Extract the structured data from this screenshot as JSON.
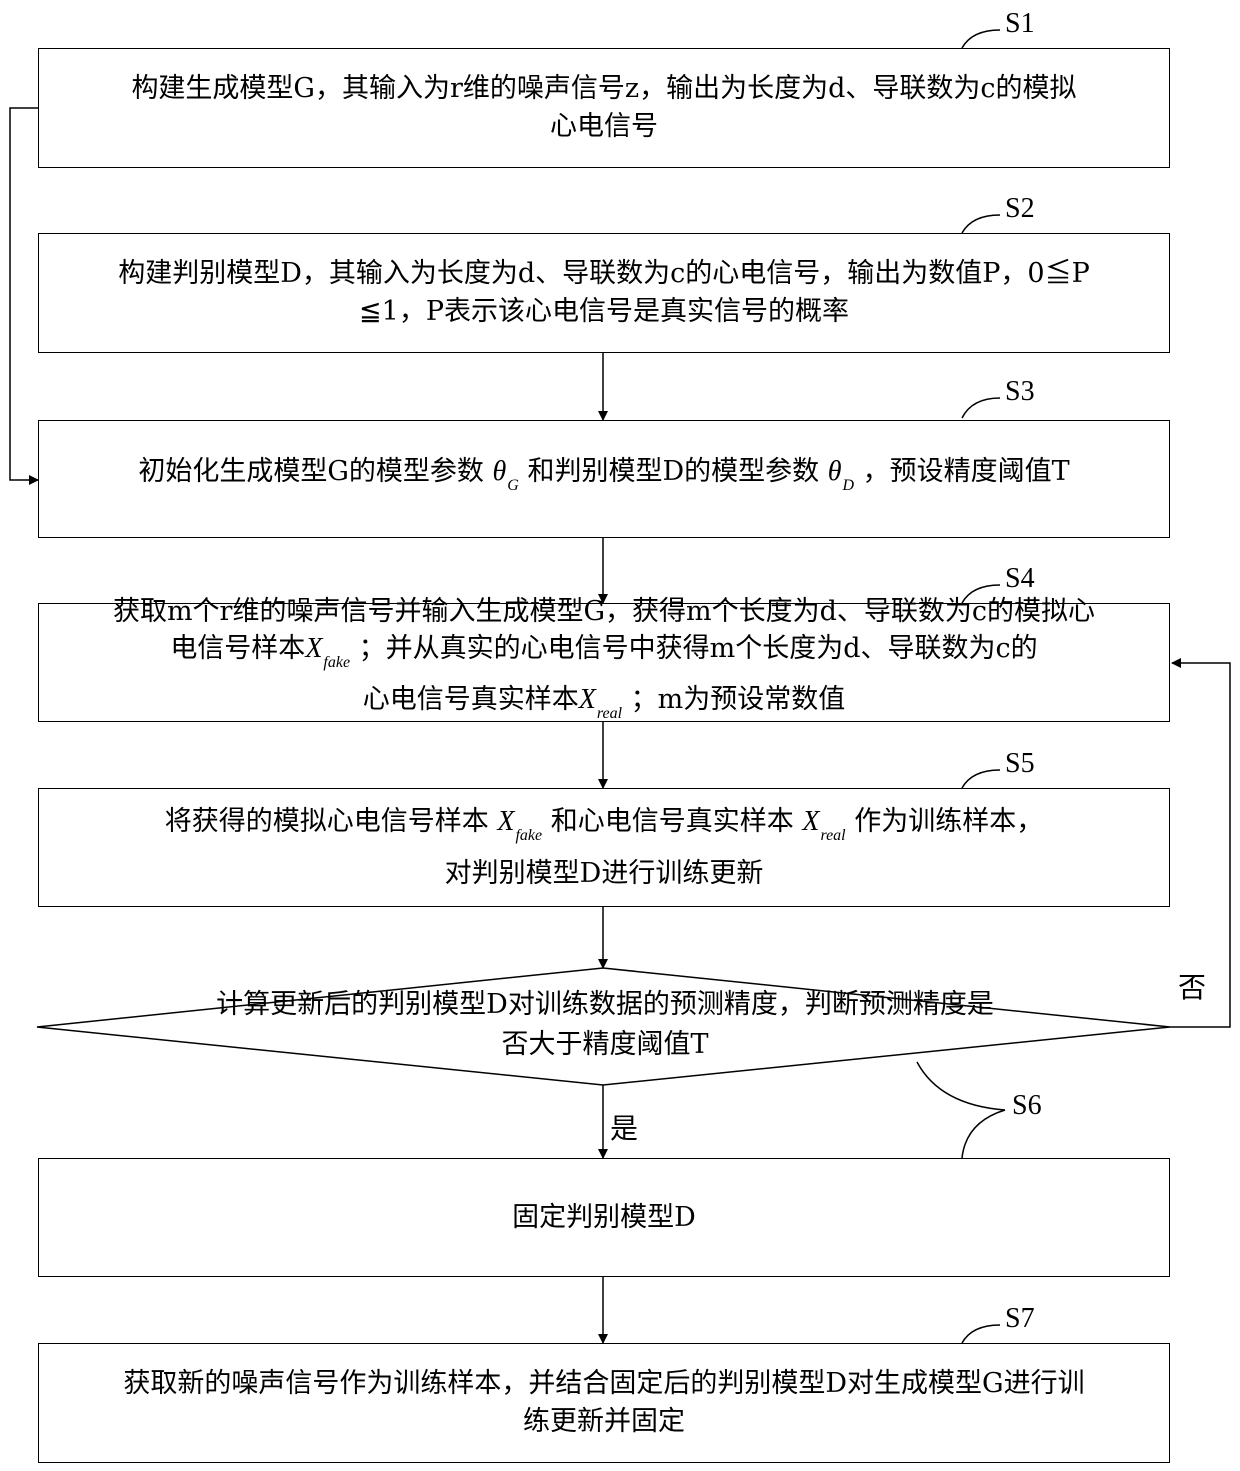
{
  "steps": {
    "s1": {
      "label": "S1",
      "line1": "构建生成模型G，其输入为r维的噪声信号z，输出为长度为d、导联数为c的模拟",
      "line2": "心电信号"
    },
    "s2": {
      "label": "S2",
      "line1": "构建判别模型D，其输入为长度为d、导联数为c的心电信号，输出为数值P，0≦P",
      "line2": "≦1，P表示该心电信号是真实信号的概率"
    },
    "s3": {
      "label": "S3",
      "t1": "初始化生成模型G的模型参数",
      "theta": "θ",
      "g": "G",
      "t2": "和判别模型D的模型参数",
      "d": "D",
      "t3": "，预设精度阈值T"
    },
    "s4": {
      "label": "S4",
      "line1": "获取m个r维的噪声信号并输入生成模型G，获得m个长度为d、导联数为c的模拟心",
      "l2a": "电信号样本",
      "x": "X",
      "fake": "fake",
      "l2b": "；并从真实的心电信号中获得m个长度为d、导联数为c的",
      "l3a": "心电信号真实样本",
      "real": "real",
      "l3b": "；m为预设常数值"
    },
    "s5": {
      "label": "S5",
      "l1a": "将获得的模拟心电信号样本",
      "l1b": "和心电信号真实样本",
      "l1c": "作为训练样本，",
      "line2": "对判别模型D进行训练更新"
    },
    "decision": {
      "line1": "计算更新后的判别模型D对训练数据的预测精度，判断预测精度是",
      "line2": "否大于精度阈值T",
      "no": "否",
      "yes": "是"
    },
    "s6": {
      "label": "S6",
      "line1": "固定判别模型D"
    },
    "s7": {
      "label": "S7",
      "line1": "获取新的噪声信号作为训练样本，并结合固定后的判别模型D对生成模型G进行训",
      "line2": "练更新并固定"
    }
  }
}
